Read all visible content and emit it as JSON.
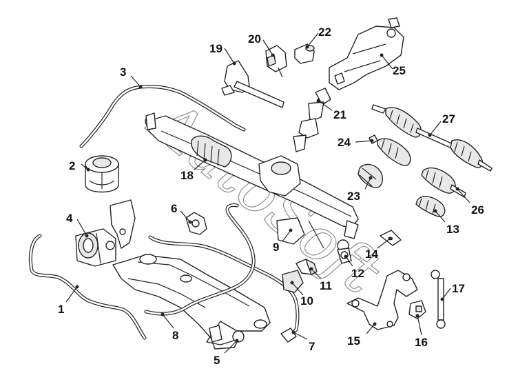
{
  "diagram": {
    "watermark": "AutoSoft",
    "callouts": [
      "1",
      "2",
      "3",
      "4",
      "5",
      "6",
      "7",
      "8",
      "9",
      "10",
      "11",
      "12",
      "13",
      "14",
      "15",
      "16",
      "17",
      "18",
      "19",
      "20",
      "21",
      "22",
      "23",
      "24",
      "25",
      "26",
      "27"
    ]
  }
}
